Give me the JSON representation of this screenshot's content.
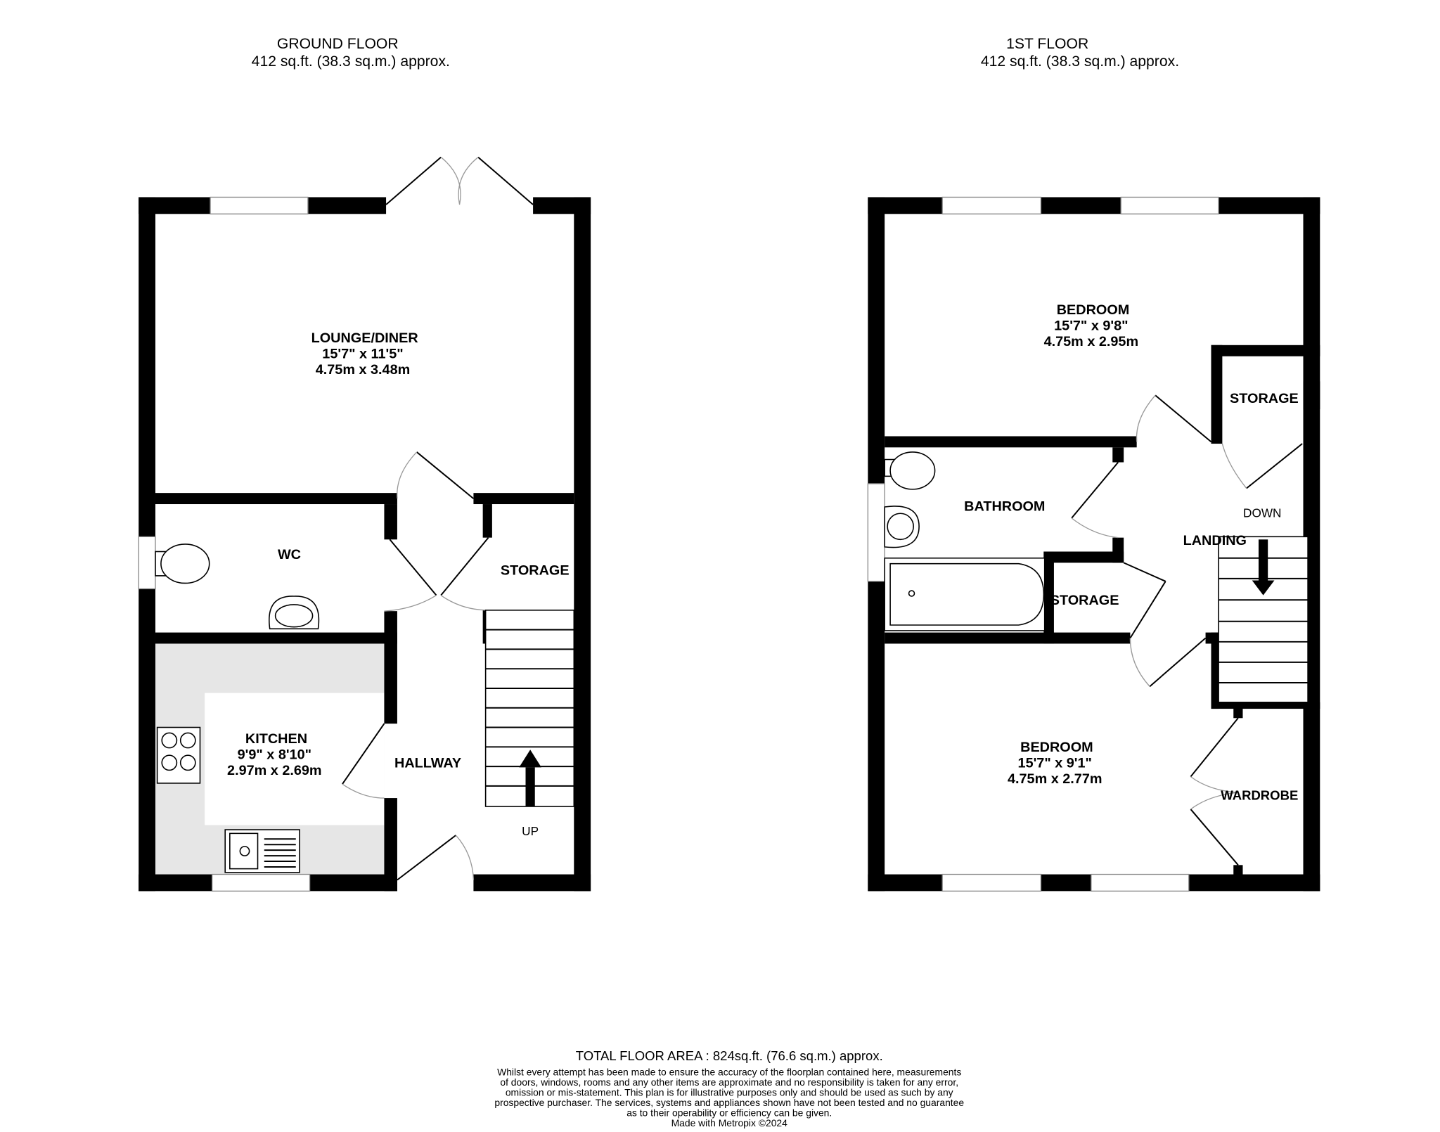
{
  "ground_floor": {
    "title": "GROUND FLOOR",
    "area": "412 sq.ft. (38.3 sq.m.) approx.",
    "rooms": [
      {
        "name": "LOUNGE/DINER",
        "imperial": "15'7\"  x 11'5\"",
        "metric": "4.75m  x 3.48m"
      },
      {
        "name": "WC"
      },
      {
        "name": "STORAGE"
      },
      {
        "name": "KITCHEN",
        "imperial": "9'9\"  x 8'10\"",
        "metric": "2.97m  x 2.69m"
      },
      {
        "name": "HALLWAY"
      }
    ],
    "stairs_label": "UP"
  },
  "first_floor": {
    "title": "1ST FLOOR",
    "area": "412 sq.ft. (38.3 sq.m.) approx.",
    "rooms": [
      {
        "name": "BEDROOM",
        "imperial": "15'7\"  x 9'8\"",
        "metric": "4.75m  x 2.95m"
      },
      {
        "name": "STORAGE"
      },
      {
        "name": "BATHROOM"
      },
      {
        "name": "LANDING"
      },
      {
        "name": "STORAGE"
      },
      {
        "name": "BEDROOM",
        "imperial": "15'7\"  x 9'1\"",
        "metric": "4.75m  x 2.77m"
      },
      {
        "name": "WARDROBE"
      }
    ],
    "stairs_label": "DOWN"
  },
  "footer": {
    "total": "TOTAL FLOOR AREA : 824sq.ft. (76.6 sq.m.) approx.",
    "disclaimer": [
      "Whilst every attempt has been made to ensure the accuracy of the floorplan contained here, measurements",
      "of doors, windows, rooms and any other items are approximate and no responsibility is taken for any error,",
      "omission or mis-statement. This plan is for illustrative purposes only and should be used as such by any",
      "prospective purchaser. The services, systems and appliances shown have not been tested and no guarantee",
      "as to their operability or efficiency can be given."
    ],
    "credit": "Made with Metropix ©2024"
  },
  "colors": {
    "wall": "#000000",
    "kitchen_worktop": "#e6e6e6"
  }
}
